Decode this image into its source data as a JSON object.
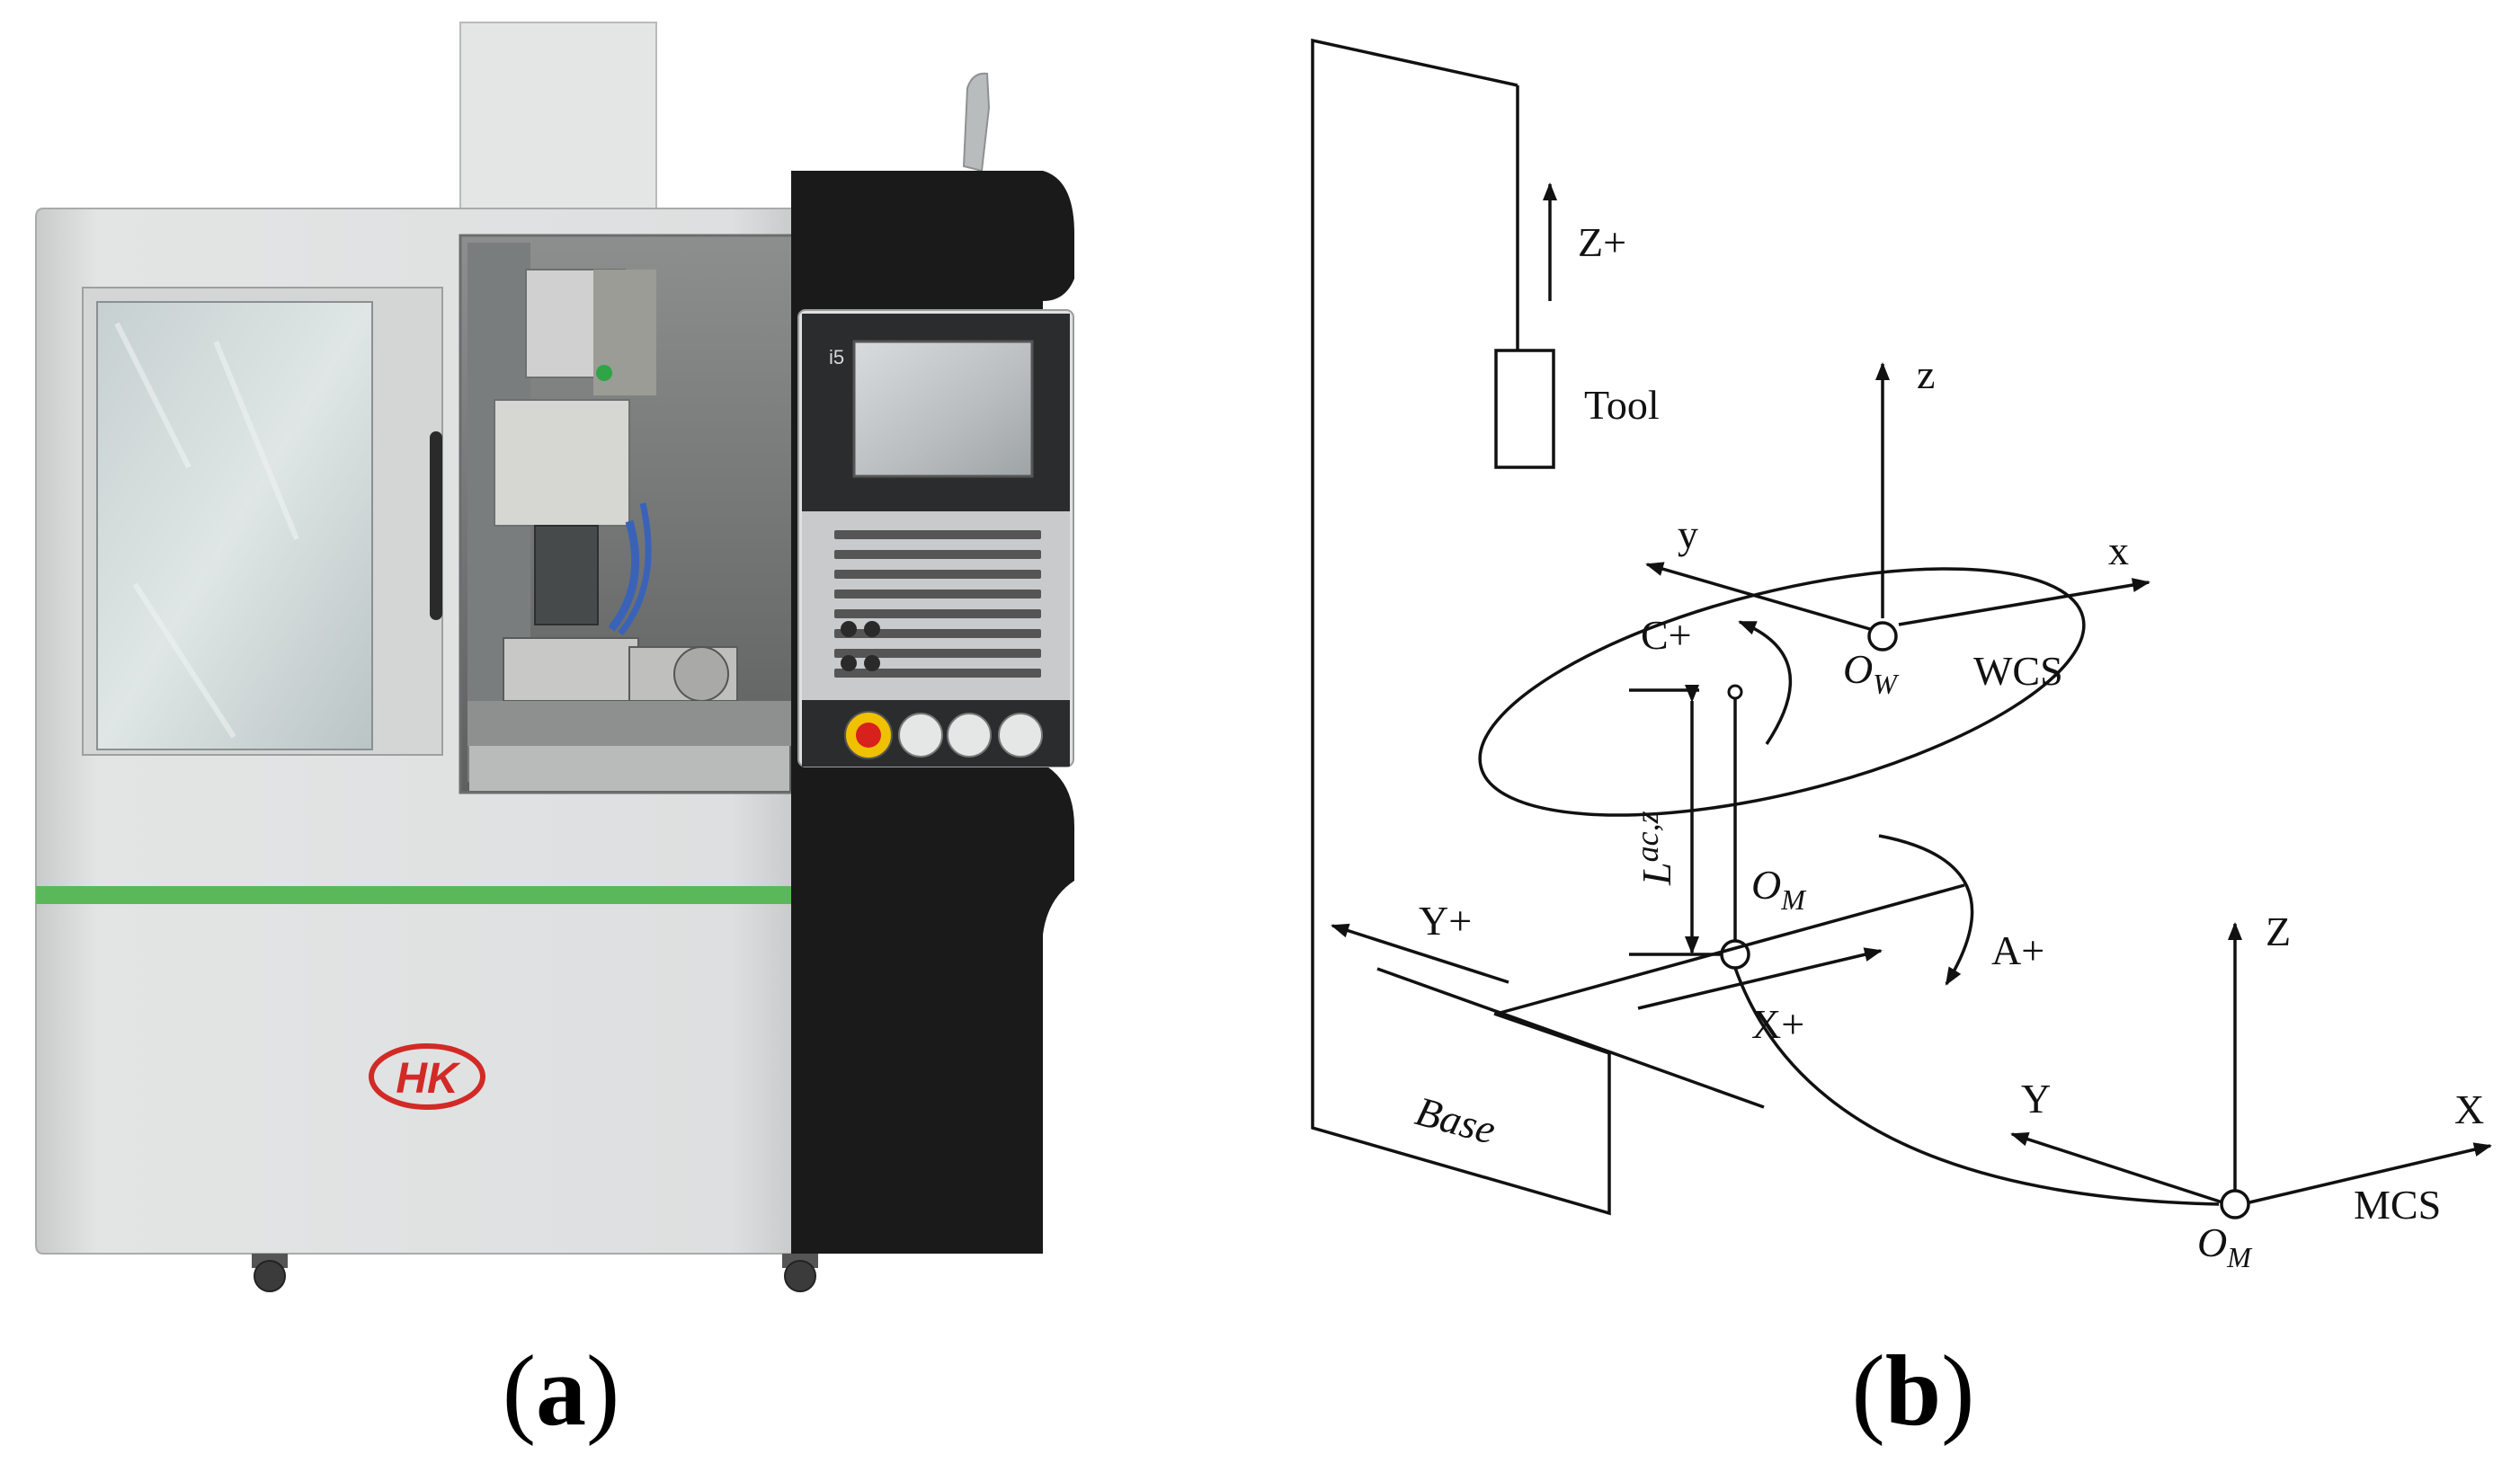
{
  "panel_a": {
    "label_open": "(",
    "label_letter": "a",
    "label_close": ")",
    "logo_text": "HK",
    "screen_brand": "i5"
  },
  "panel_b": {
    "label_open": "(",
    "label_letter": "b",
    "label_close": ")",
    "tool_label": "Tool",
    "z_plus": "Z+",
    "wcs_z": "z",
    "wcs_x": "x",
    "wcs_y": "y",
    "wcs_origin_main": "O",
    "wcs_origin_sub": "W",
    "wcs_label": "WCS",
    "c_plus": "C+",
    "offset_main": "L",
    "offset_sub": "ac,z",
    "om_main": "O",
    "om_sub": "M",
    "a_plus": "A+",
    "y_plus": "Y+",
    "x_plus": "X+",
    "base_label": "Base",
    "mcs_z": "Z",
    "mcs_y": "Y",
    "mcs_x": "X",
    "mcs_origin_main": "O",
    "mcs_origin_sub": "M",
    "mcs_label": "MCS"
  },
  "colors": {
    "machine_body": "#dadcdc",
    "control_panel": "#1a1a1a",
    "accent_stripe": "#5bb85a",
    "logo_red": "#d22a26",
    "estop_red": "#d8201d"
  }
}
